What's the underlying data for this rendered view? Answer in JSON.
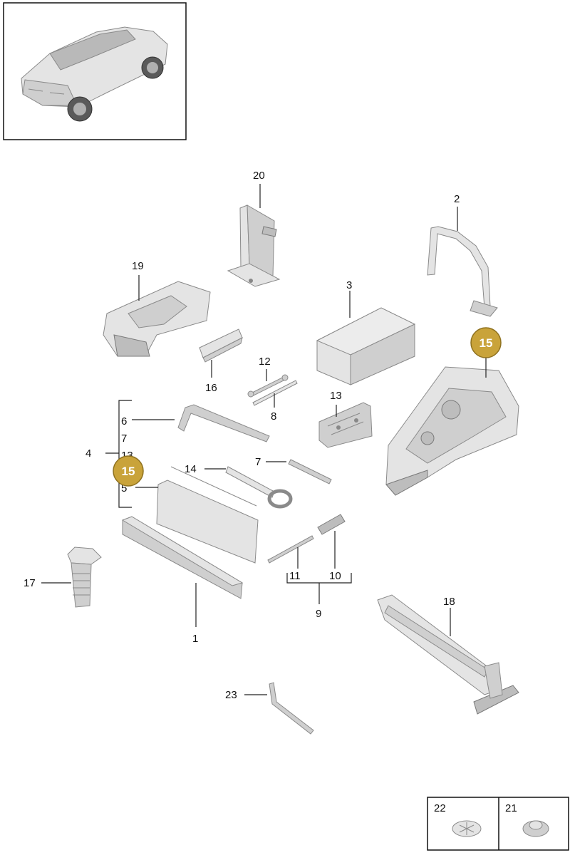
{
  "callouts": {
    "c1": "1",
    "c2": "2",
    "c3": "3",
    "c4": "4",
    "c5": "5",
    "c6": "6",
    "c7a": "7",
    "c7b": "7",
    "c8": "8",
    "c9": "9",
    "c10": "10",
    "c11": "11",
    "c12": "12",
    "c13a": "13",
    "c13b": "13",
    "c14": "14",
    "c16": "16",
    "c17": "17",
    "c18": "18",
    "c19": "19",
    "c20": "20",
    "c21": "21",
    "c22": "22",
    "c23": "23"
  },
  "badges": {
    "b15a": "15",
    "b15b": "15"
  },
  "colors": {
    "badge_fill": "#c9a33a",
    "badge_stroke": "#8f7220",
    "part_light": "#e4e4e4",
    "part_mid": "#cfcfcf"
  }
}
